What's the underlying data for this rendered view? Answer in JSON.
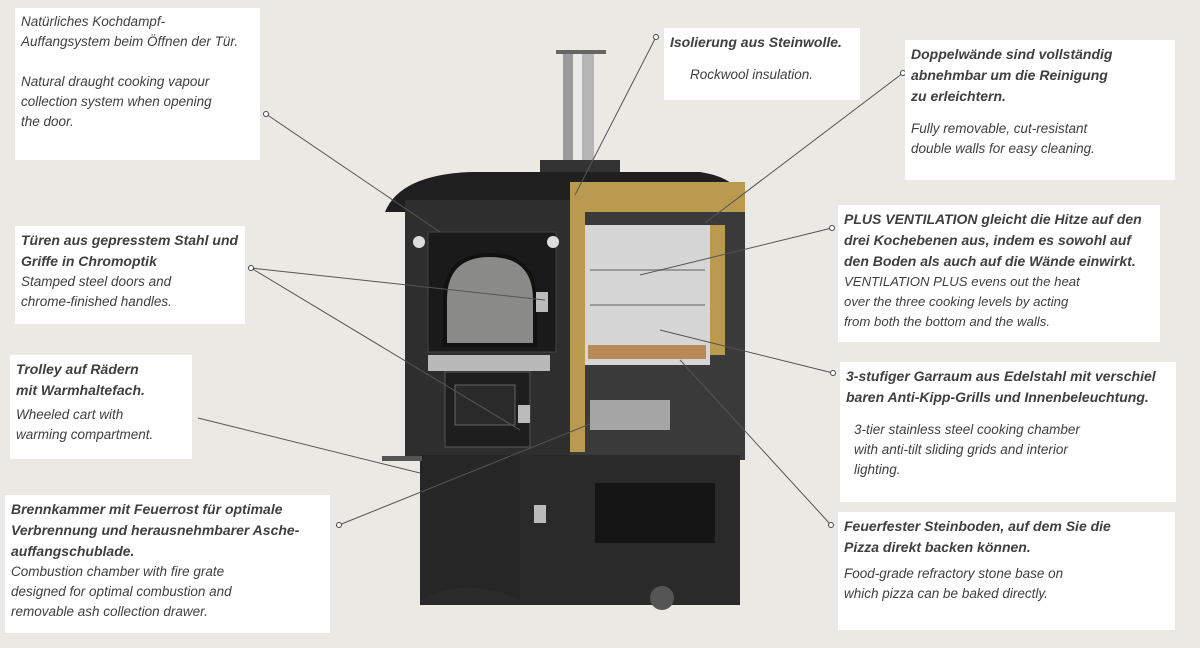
{
  "labels": {
    "vapour": {
      "de": "Natürliches Kochdampf-\nAuffangsystem beim Öffnen der Tür.",
      "en": "Natural draught cooking vapour\ncollection system when opening\nthe door."
    },
    "insulation": {
      "de": "Isolierung aus Steinwolle.",
      "en": "Rockwool insulation."
    },
    "walls": {
      "de": "Doppelwände sind vollständig\nabnehmbar um die Reinigung\nzu erleichtern.",
      "en": "Fully removable, cut-resistant\ndouble walls for easy cleaning."
    },
    "doors": {
      "de": "Türen aus gepresstem Stahl und\nGriffe in Chromoptik",
      "en": "Stamped steel doors and\nchrome-finished handles."
    },
    "ventilation": {
      "de": "PLUS VENTILATION gleicht die Hitze auf den\ndrei Kochebenen aus, indem es sowohl auf\nden Boden als auch auf die Wände einwirkt.",
      "en": "VENTILATION PLUS evens out the heat\nover the three cooking levels by acting\nfrom both the bottom and the walls."
    },
    "trolley": {
      "de": "Trolley auf Rädern\nmit Warmhaltefach.",
      "en": "Wheeled cart with\nwarming compartment."
    },
    "chamber": {
      "de": "3-stufiger Garraum aus Edelstahl mit verschiel\nbaren Anti-Kipp-Grills und Innenbeleuchtung.",
      "en": "3-tier stainless steel cooking chamber\nwith anti-tilt sliding grids and interior\nlighting."
    },
    "combustion": {
      "de": "Brennkammer mit Feuerrost für optimale\nVerbrennung und herausnehmbarer Asche-\nauffangschublade.",
      "en": "Combustion chamber with fire grate\ndesigned for optimal combustion and\nremovable ash collection drawer."
    },
    "stone": {
      "de": "Feuerfester Steinboden, auf dem Sie die\nPizza direkt backen können.",
      "en": "Food-grade refractory stone base on\nwhich pizza can be baked directly."
    }
  },
  "colors": {
    "background": "#ebe9e4",
    "oven_body": "#2b2b2b",
    "insulation": "#b99a4e",
    "stainless": "#c8c8c8"
  }
}
